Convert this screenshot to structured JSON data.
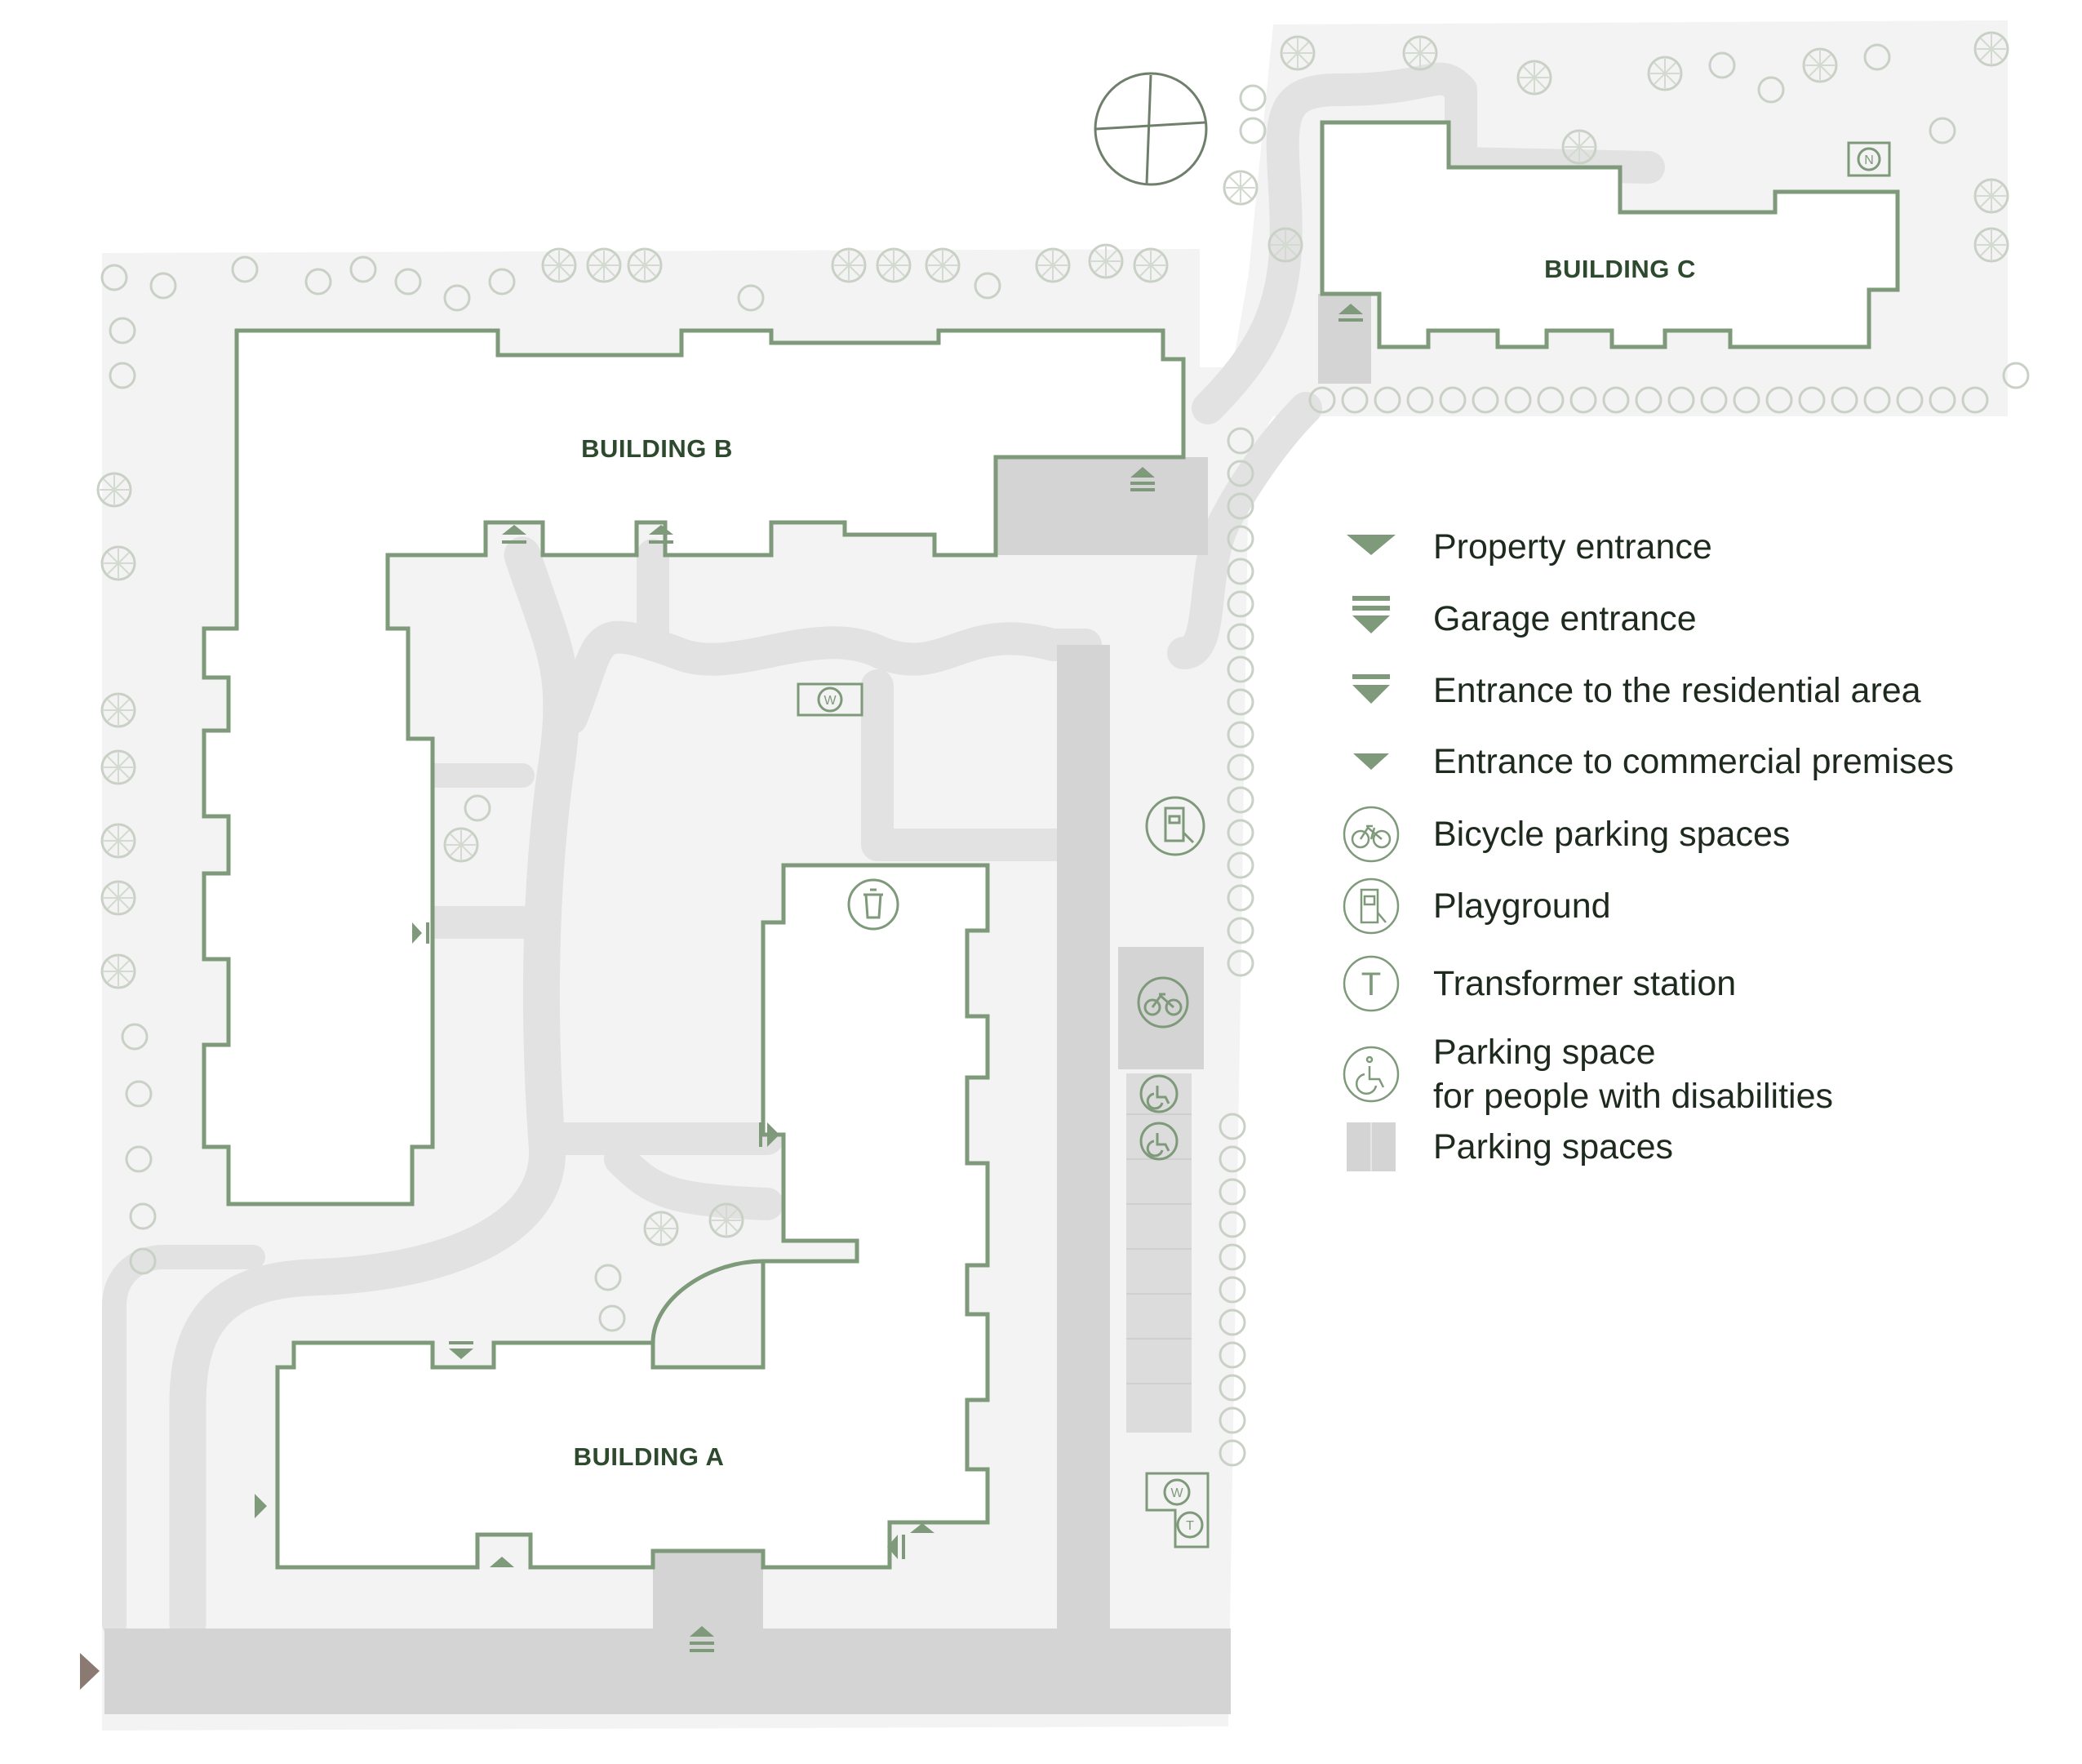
{
  "buildings": {
    "a": "BUILDING A",
    "b": "BUILDING B",
    "c": "BUILDING C"
  },
  "markers": {
    "waste": "W",
    "transformer": "T",
    "north": "N"
  },
  "legend": {
    "items": [
      {
        "label": "Property entrance",
        "icon": "property-entrance-icon"
      },
      {
        "label": "Garage entrance",
        "icon": "garage-entrance-icon"
      },
      {
        "label": "Entrance to the residential area",
        "icon": "residential-entrance-icon"
      },
      {
        "label": "Entrance to commercial premises",
        "icon": "commercial-entrance-icon"
      },
      {
        "label": "Bicycle parking spaces",
        "icon": "bicycle-icon"
      },
      {
        "label": "Playground",
        "icon": "playground-icon"
      },
      {
        "label": "Transformer station",
        "icon": "transformer-icon",
        "letter": "T"
      },
      {
        "label": "Parking space",
        "label2": "for people with disabilities",
        "icon": "wheelchair-icon"
      },
      {
        "label": "Parking spaces",
        "icon": "parking-space-swatch"
      }
    ]
  },
  "colors": {
    "outline": "#7e9a7a",
    "ground": "#f3f3f3",
    "path": "#e2e2e2",
    "road": "#d2d2d2",
    "tree": "#c9d1c6",
    "text": "#1f2a1f",
    "label": "#2e4a2e",
    "entry_arrow": "#8a7a72"
  }
}
